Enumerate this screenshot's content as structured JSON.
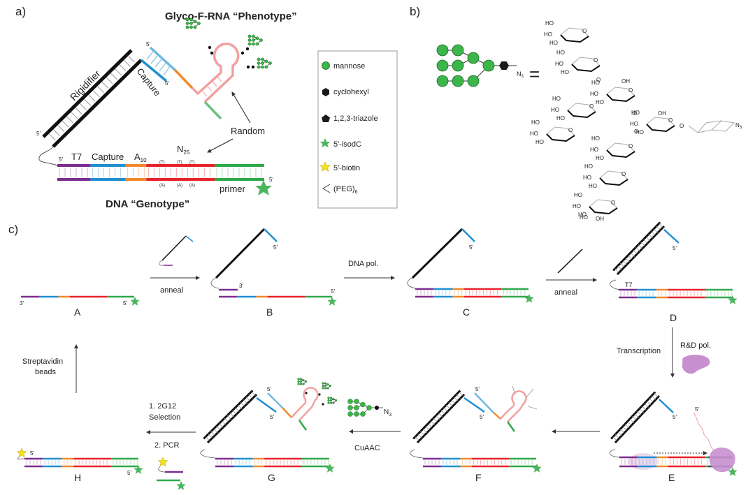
{
  "panels": {
    "a": {
      "label": "a)",
      "title_rna": "Glyco-F-RNA “Phenotype”",
      "title_dna": "DNA “Genotype”",
      "rigidifier": "Rigidifier",
      "capture_arm": "Capture",
      "five_prime": "5′",
      "random": "Random",
      "n25_main": "N",
      "n25_sub": "25",
      "seg_t7": "T7",
      "seg_capture": "Capture",
      "seg_a10_main": "A",
      "seg_a10_sub": "10",
      "t_marks": [
        "(T)",
        "(T)",
        "(T)"
      ],
      "a_marks": [
        "(A)",
        "(A)",
        "(A)"
      ],
      "primer": "primer"
    },
    "legend": {
      "items": [
        {
          "icon": "mannose-circle-icon",
          "label": "mannose",
          "color": "#3cb54a"
        },
        {
          "icon": "cyclohexyl-hexagon-icon",
          "label": "cyclohexyl",
          "color": "#1a1a1a"
        },
        {
          "icon": "triazole-pentagon-icon",
          "label": "1,2,3-triazole",
          "color": "#1a1a1a"
        },
        {
          "icon": "green-star-icon",
          "label": "5′-isodC",
          "color": "#3fae5a"
        },
        {
          "icon": "yellow-star-icon",
          "label": "5′-biotin",
          "color": "#f5e21b"
        },
        {
          "icon": "peg-linker-icon",
          "label_main": "(PEG)",
          "label_sub": "6"
        }
      ]
    },
    "b": {
      "label": "b)",
      "equals": "=",
      "azide_main": "N",
      "azide_sub": "3",
      "chem_labels": {
        "ho": "HO",
        "oh": "OH",
        "o": "O",
        "n3_main": "N",
        "n3_sub": "3"
      }
    },
    "c": {
      "label": "c)",
      "states": [
        "A",
        "B",
        "C",
        "D",
        "E",
        "F",
        "G",
        "H"
      ],
      "steps": {
        "anneal1": "anneal",
        "dna_pol": "DNA pol.",
        "anneal2": "anneal",
        "transcription": "Transcription",
        "rd_pol": "R&D pol.",
        "cuaac": "CuAAC",
        "selection_1": "1. 2G12",
        "selection_2": "Selection",
        "pcr": "2. PCR",
        "strep_1": "Streptavidin",
        "strep_2": "beads"
      },
      "three_prime": "3′",
      "five_prime": "5′",
      "t7": "T7",
      "azide_main": "N",
      "azide_sub": "3"
    }
  },
  "colors": {
    "t7": "#7b2d8e",
    "capture": "#1f8fd1",
    "capture_light": "#6fb8e2",
    "a10": "#f08a2c",
    "random": "#e8222a",
    "primer": "#2fa84a",
    "rna": "#f2a0a0",
    "rigidifier": "#111111",
    "mannose": "#3cb54a",
    "polymerase": "#c88fcf"
  }
}
